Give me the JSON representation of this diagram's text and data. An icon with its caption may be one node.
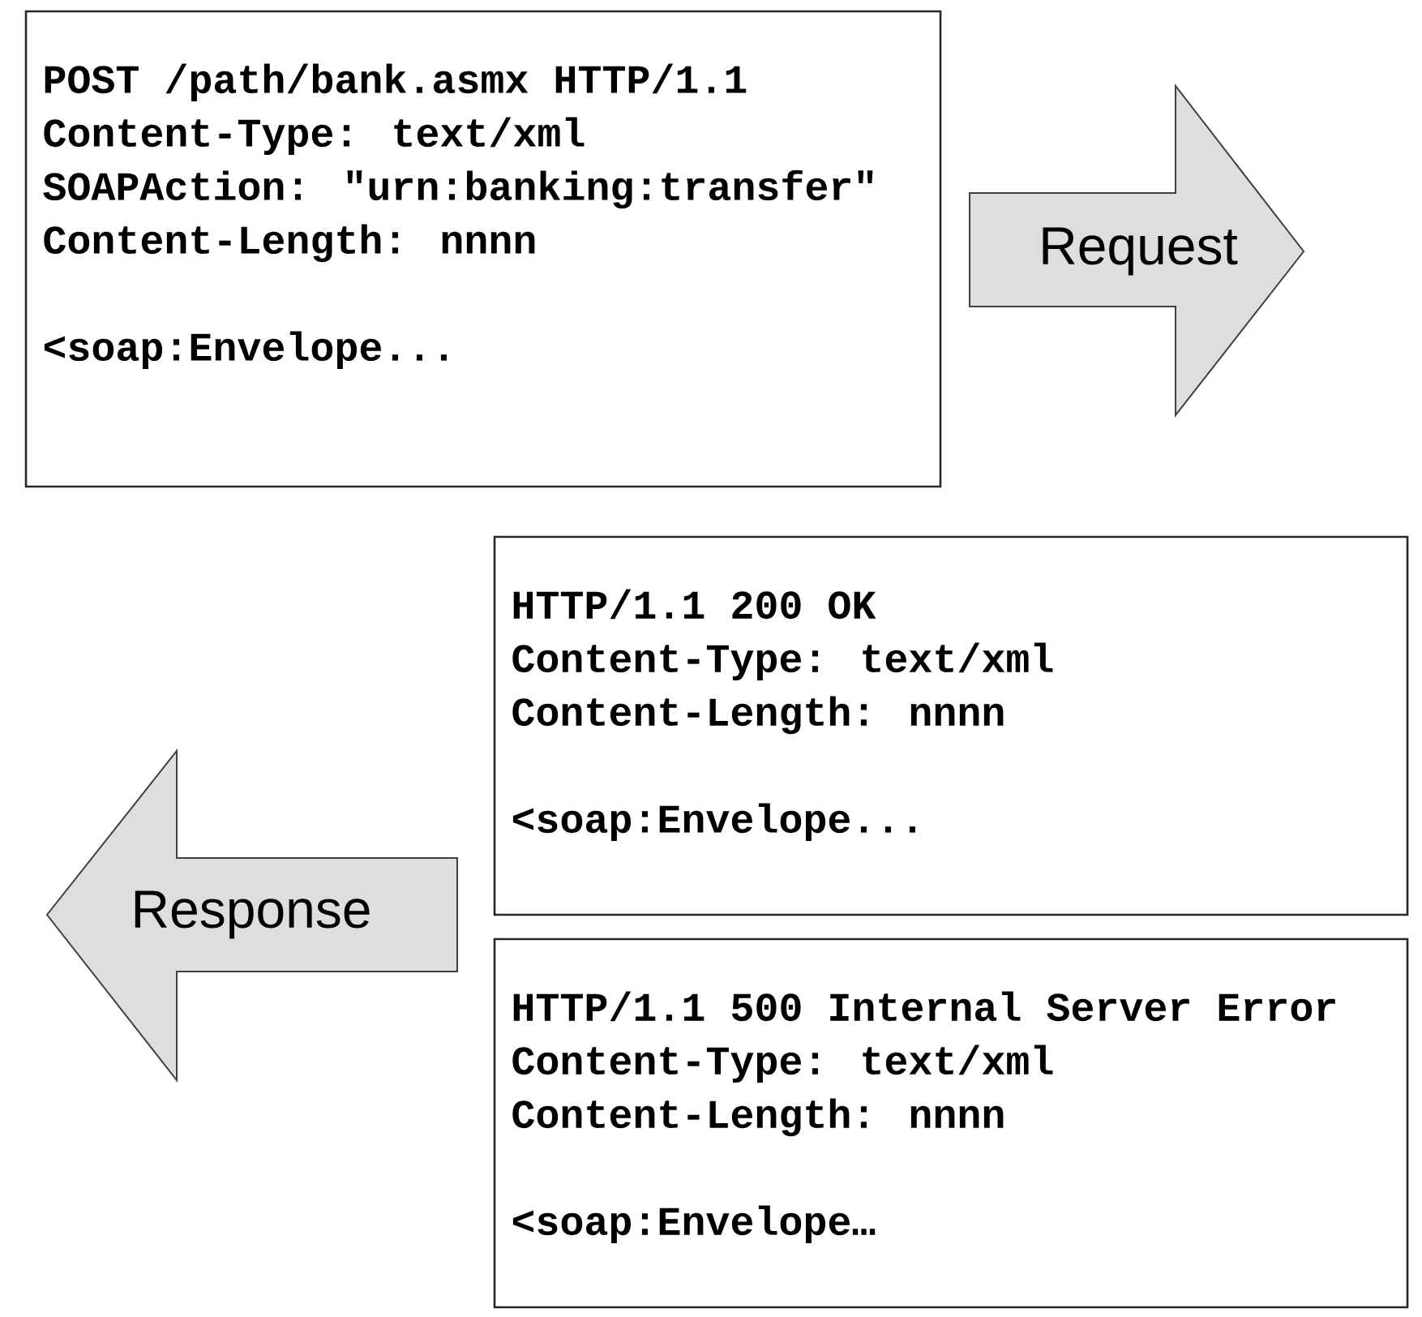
{
  "diagram": {
    "nodes": [
      {
        "text": [
          "POST /path/bank.asmx HTTP/1.1",
          "Content-Type: text/xml",
          "SOAPAction: \"urn:banking:transfer\"",
          "Content-Length: nnnn",
          "<soap:Envelope..."
        ]
      },
      {
        "text": [
          "Request"
        ]
      },
      {
        "text": [
          "HTTP/1.1 200 OK",
          "Content-Type: text/xml",
          "Content-Length: nnnn",
          "<soap:Envelope..."
        ]
      },
      {
        "text": [
          "Response"
        ]
      },
      {
        "text": [
          "HTTP/1.1 500 Internal Server Error",
          "Content-Type: text/xml",
          "Content-Length: nnnn",
          "<soap:Envelope…"
        ]
      }
    ]
  }
}
